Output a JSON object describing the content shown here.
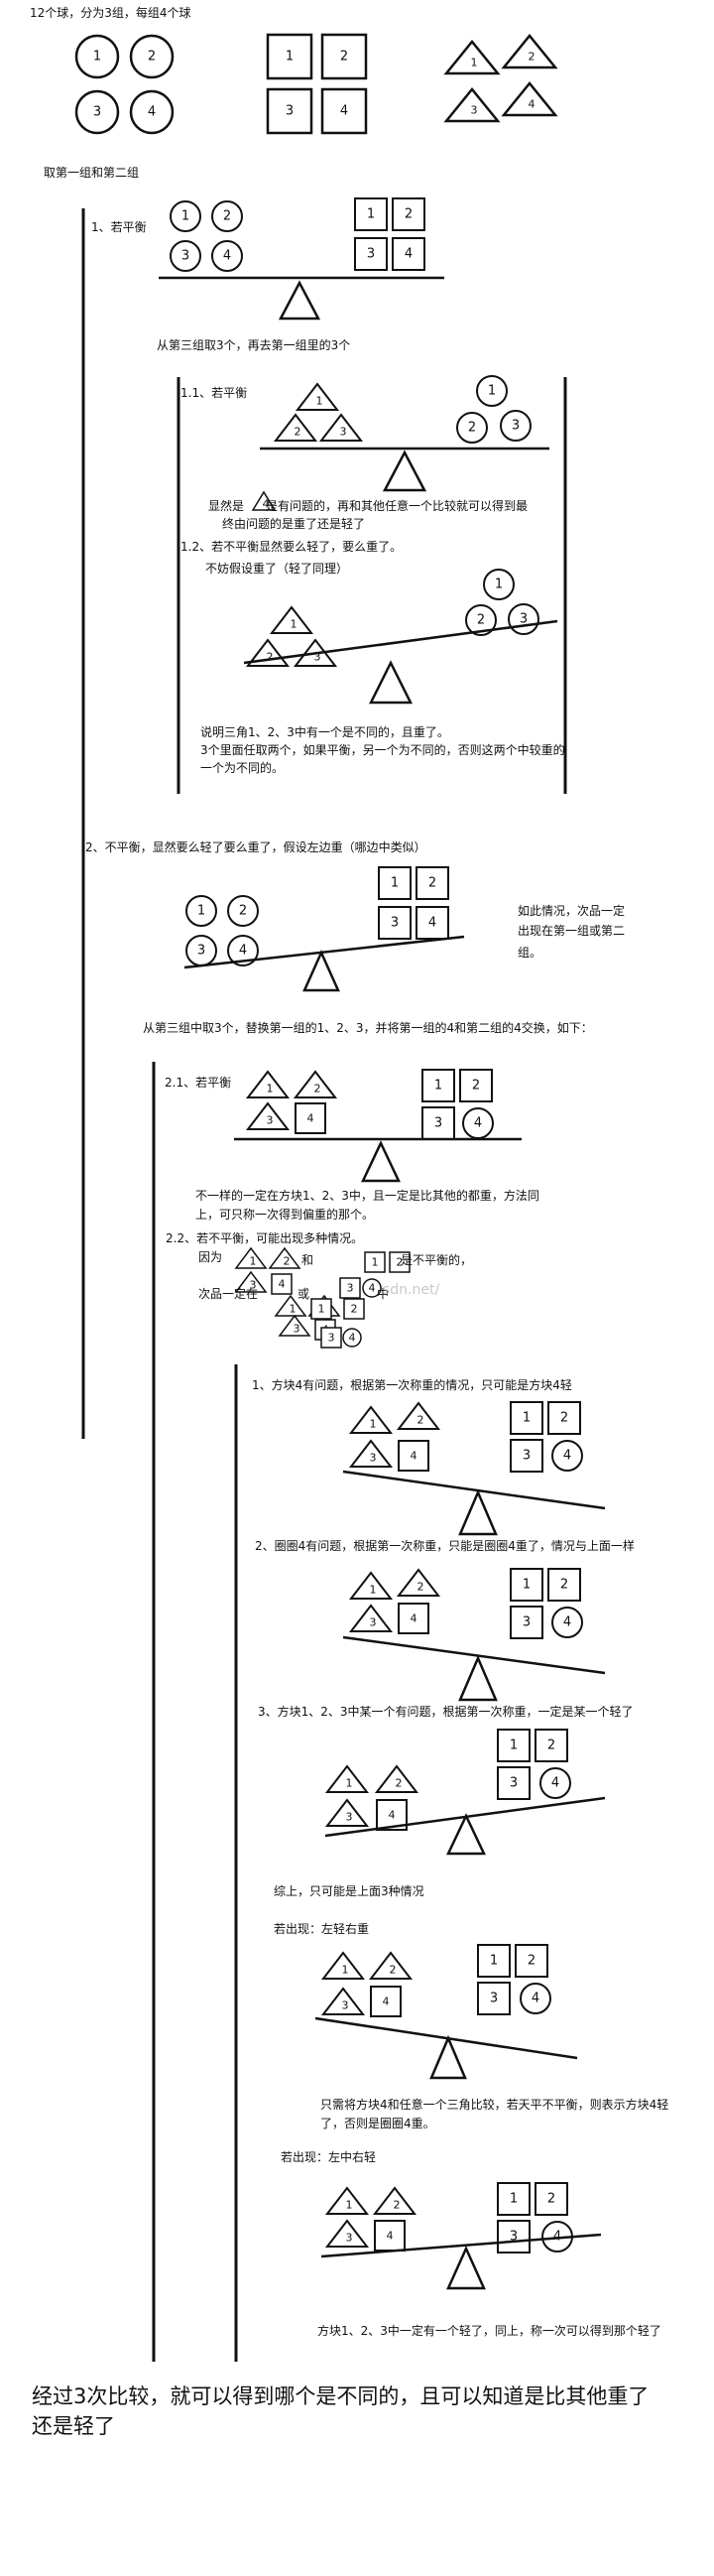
{
  "header": "12个球，分为3组，每组4个球",
  "step1": "取第一组和第二组",
  "case1": "1、若平衡",
  "case1_desc": "从第三组取3个，再去第一组里的3个",
  "case11": "1.1、若平衡",
  "case11_desc": {
    "pre": "显然是",
    "mid": "是有问题的，再和其他任意一个比较就可以得到最",
    "line2": "终由问题的是重了还是轻了",
    "icon_label": "4"
  },
  "case12": "1.2、若不平衡显然要么轻了，要么重了。",
  "case12_sub": "不妨假设重了（轻了同理）",
  "case12_desc": [
    "说明三角1、2、3中有一个是不同的，且重了。",
    "3个里面任取两个，如果平衡，另一个为不同的，否则这两个中较重的",
    "一个为不同的。"
  ],
  "case2": "2、不平衡，显然要么轻了要么重了，假设左边重（哪边中类似）",
  "case2_note": [
    "如此情况，次品一定",
    "出现在第一组或第二",
    "组。"
  ],
  "case2_desc": "从第三组中取3个，替换第一组的1、2、3，并将第一组的4和第二组的4交换，如下：",
  "case21": "2.1、若平衡",
  "case21_desc": [
    "不一样的一定在方块1、2、3中，且一定是比其他的都重，方法同",
    "上，可只称一次得到偏重的那个。"
  ],
  "case22": "2.2、若不平衡，可能出现多种情况。",
  "case22_line1": {
    "pre": "因为",
    "and": "和",
    "post": "是不平衡的，"
  },
  "case22_line2": {
    "pre": "次品一定在",
    "or": "或",
    "post": "中"
  },
  "watermark": "sdn.net/",
  "sub1": "1、方块4有问题，根据第一次称重的情况，只可能是方块4轻",
  "sub2": "2、圈圈4有问题，根据第一次称重，只能是圈圈4重了，情况与上面一样",
  "sub3": "3、方块1、2、3中某一个有问题，根据第一次称重，一定是某一个轻了",
  "summary": "综上，只可能是上面3种情况",
  "outcome1": "若出现：左轻右重",
  "outcome1_desc": [
    "只需将方块4和任意一个三角比较，若天平不平衡，则表示方块4轻",
    "了，否则是圈圈4重。"
  ],
  "outcome2": "若出现：左中右轻",
  "outcome2_desc": "方块1、2、3中一定有一个轻了，同上，称一次可以得到那个轻了",
  "conclusion": "经过3次比较，就可以得到哪个是不同的，且可以知道是比其他重了还是轻了",
  "shape_labels": {
    "one": "1",
    "two": "2",
    "three": "3",
    "four": "4"
  }
}
